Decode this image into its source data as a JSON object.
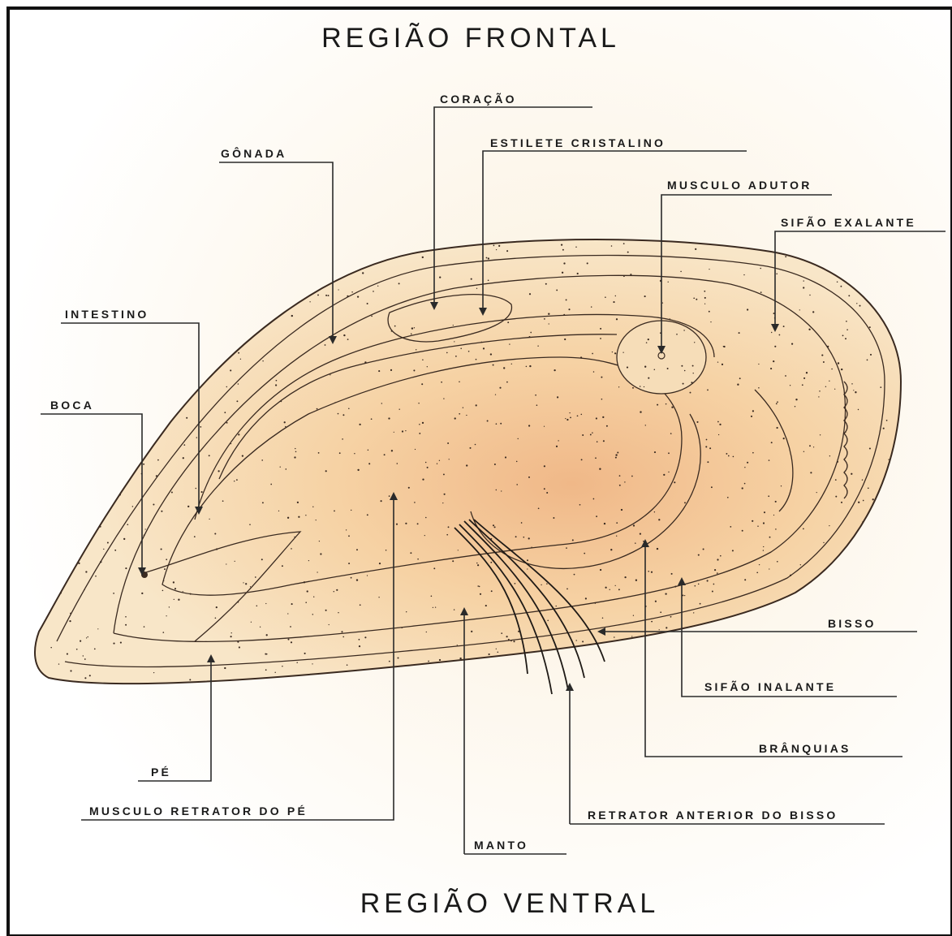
{
  "titles": {
    "top": "REGIÃO FRONTAL",
    "bottom": "REGIÃO VENTRAL"
  },
  "labels": {
    "coracao": "CORAÇÃO",
    "estilete": "ESTILETE CRISTALINO",
    "gonada": "GÔNADA",
    "musculo_adutor": "MUSCULO ADUTOR",
    "sifao_exalante": "SIFÃO EXALANTE",
    "intestino": "INTESTINO",
    "boca": "BOCA",
    "bisso": "BISSO",
    "sifao_inalante": "SIFÃO INALANTE",
    "branquias": "BRÂNQUIAS",
    "pe": "PÉ",
    "retrator_pe": "MUSCULO RETRATOR DO PÉ",
    "retrator_bisso": "RETRATOR ANTERIOR DO BISSO",
    "manto": "MANTO"
  },
  "colors": {
    "shell_fill": "#f6dcb0",
    "shell_glow": "#f0b888",
    "shell_edge": "#d8b0a0",
    "ink": "#2a2a2a",
    "border": "#111111"
  }
}
